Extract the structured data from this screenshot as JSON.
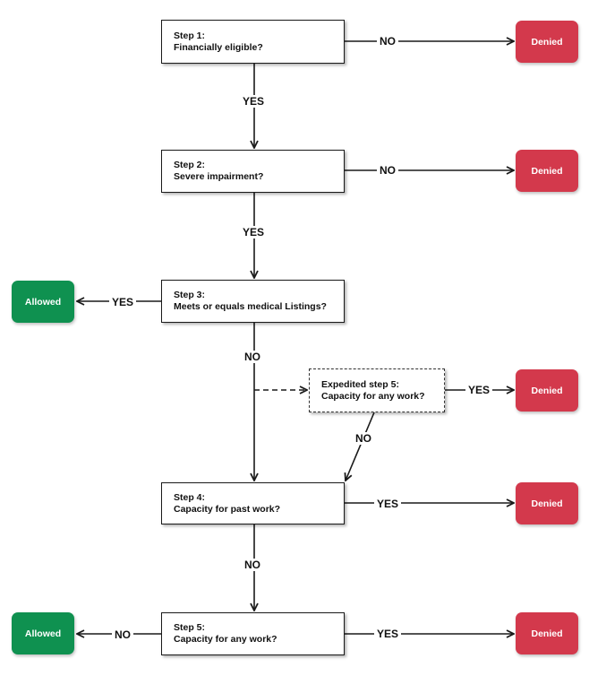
{
  "colors": {
    "denied": "#d3394c",
    "allowed": "#0f9150",
    "line": "#1a1a1a"
  },
  "steps": {
    "step1": {
      "title": "Step 1:",
      "question": "Financially eligible?"
    },
    "step2": {
      "title": "Step 2:",
      "question": "Severe impairment?"
    },
    "step3": {
      "title": "Step 3:",
      "question": "Meets or equals medical Listings?"
    },
    "expedited": {
      "title": "Expedited step 5:",
      "question": "Capacity for any work?"
    },
    "step4": {
      "title": "Step 4:",
      "question": "Capacity for past work?"
    },
    "step5": {
      "title": "Step 5:",
      "question": "Capacity for any work?"
    }
  },
  "outcomes": {
    "denied1": "Denied",
    "denied2": "Denied",
    "allowed3": "Allowed",
    "denied_exp": "Denied",
    "denied4": "Denied",
    "allowed5": "Allowed",
    "denied5": "Denied"
  },
  "edge_labels": {
    "s1_no": "NO",
    "s1_yes": "YES",
    "s2_no": "NO",
    "s2_yes": "YES",
    "s3_yes": "YES",
    "s3_no": "NO",
    "exp_yes": "YES",
    "exp_no": "NO",
    "s4_yes": "YES",
    "s4_no": "NO",
    "s5_no": "NO",
    "s5_yes": "YES"
  }
}
